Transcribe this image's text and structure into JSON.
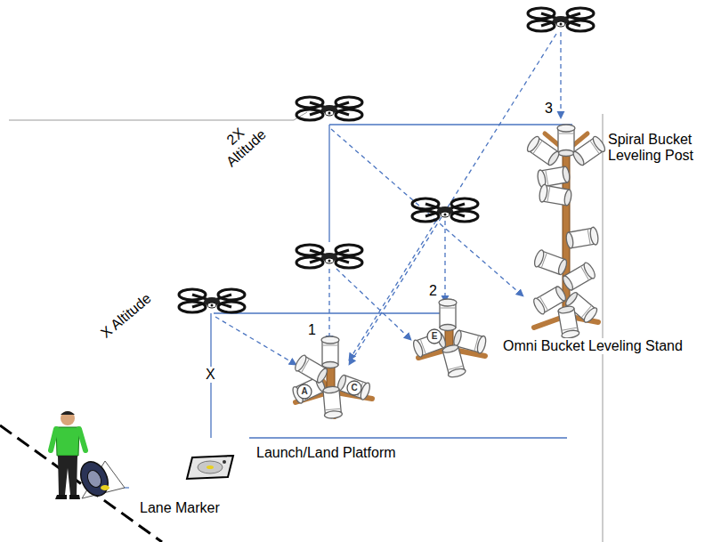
{
  "diagram": {
    "labels": [
      "3",
      "Spiral Bucket Leveling Post",
      "2X Altitude",
      "2",
      "1",
      "X Altitude",
      "X",
      "Omni Bucket Leveling Stand",
      "Launch/Land Platform",
      "Lane Marker",
      "A",
      "C",
      "E"
    ]
  }
}
